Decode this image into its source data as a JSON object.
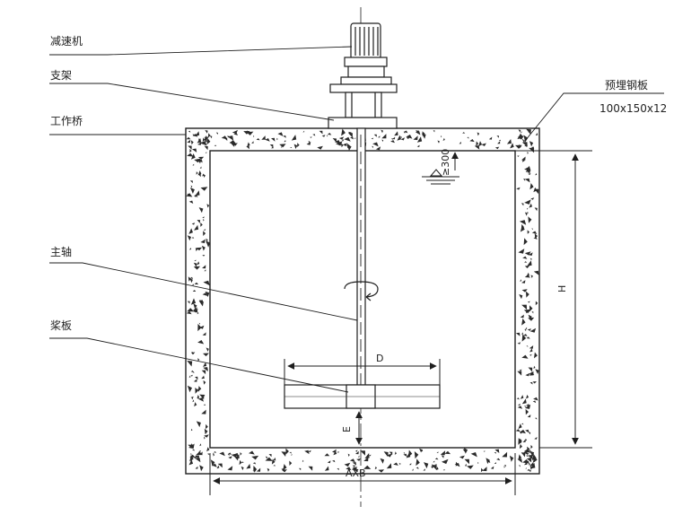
{
  "labels": {
    "reducer": "减速机",
    "bracket": "支架",
    "bridge": "工作桥",
    "embedded_plate": "预埋钢板",
    "plate_size": "100x150x12",
    "shaft": "主轴",
    "paddle": "桨板"
  },
  "dimensions": {
    "clearance": "≥300",
    "height": "H",
    "diameter": "D",
    "bottom_gap": "E",
    "base": "AXB"
  },
  "colors": {
    "line": "#1e1e1e",
    "speckle": "#2a2a2a",
    "background": "#ffffff"
  }
}
